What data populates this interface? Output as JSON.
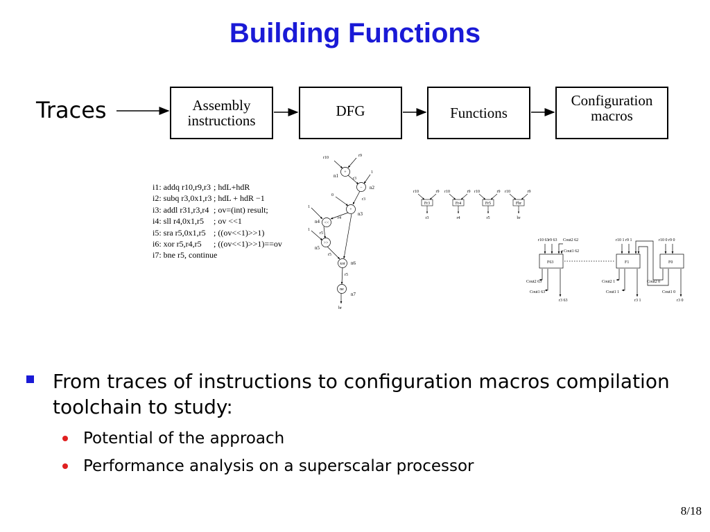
{
  "slide": {
    "title": "Building Functions",
    "page_number": "8/18"
  },
  "pipeline": {
    "input_label": "Traces",
    "boxes": [
      {
        "label": "Assembly\ninstructions"
      },
      {
        "label": "DFG"
      },
      {
        "label": "Functions"
      },
      {
        "label": "Configuration\nmacros"
      }
    ]
  },
  "assembly": [
    {
      "ins": "i1: addq r10,r9,r3",
      "cmt": "; hdL+hdR"
    },
    {
      "ins": "i2: subq r3,0x1,r3",
      "cmt": "; hdL + hdR −1"
    },
    {
      "ins": "i3: addl r31,r3,r4",
      "cmt": "; ov=(int) result;"
    },
    {
      "ins": "i4: sll r4,0x1,r5",
      "cmt": "; ov <<1"
    },
    {
      "ins": "i5: sra r5,0x1,r5",
      "cmt": "; ((ov<<1)>>1)"
    },
    {
      "ins": "i6: xor r5,r4,r5",
      "cmt": "; ((ov<<1)>>1)==ov"
    },
    {
      "ins": "i7: bne r5, continue",
      "cmt": ""
    }
  ],
  "dfg": {
    "nodes": [
      {
        "op": "+",
        "name": "n1"
      },
      {
        "op": "−",
        "name": "n2"
      },
      {
        "op": "+",
        "name": "n3"
      },
      {
        "op": "<<",
        "name": "n4"
      },
      {
        "op": ">>",
        "name": "n5"
      },
      {
        "op": "xor",
        "name": "n6"
      },
      {
        "op": "ne",
        "name": "n7"
      }
    ],
    "edge_labels": [
      "r10",
      "r9",
      "1",
      "r3",
      "0",
      "r3",
      "1",
      "r4",
      "1",
      "r5",
      "r5",
      "r5",
      "br"
    ]
  },
  "functions": [
    {
      "in1": "r10",
      "in2": "r9",
      "name": "Fr3",
      "out": "r3"
    },
    {
      "in1": "r10",
      "in2": "r9",
      "name": "Fr4",
      "out": "r4"
    },
    {
      "in1": "r10",
      "in2": "r9",
      "name": "Fr5",
      "out": "r5"
    },
    {
      "in1": "r10",
      "in2": "r9",
      "name": "Fbr",
      "out": "br"
    }
  ],
  "macros": {
    "cells": [
      {
        "name": "F63",
        "in1": "r10 63",
        "in2": "r9 63",
        "cout2": "Cout2 63",
        "cout1": "Cout1 63",
        "out": "r3 63"
      },
      {
        "name": "F1",
        "in1": "r10 1",
        "in2": "r9 1",
        "cout2": "Cout2 1",
        "cout1": "Cout1 1",
        "out": "r3 1"
      },
      {
        "name": "F0",
        "in1": "r10 0",
        "in2": "r9 0",
        "cout2": "Cout2 0",
        "cout1": "Cout1 0",
        "out": "r3 0"
      }
    ],
    "carry_in": [
      "Cout2 62",
      "Cout1 62"
    ]
  },
  "bullets": {
    "main": "From traces of instructions to configuration macros compilation toolchain to study:",
    "sub": [
      "Potential of the approach",
      "Performance analysis on a superscalar processor"
    ]
  }
}
